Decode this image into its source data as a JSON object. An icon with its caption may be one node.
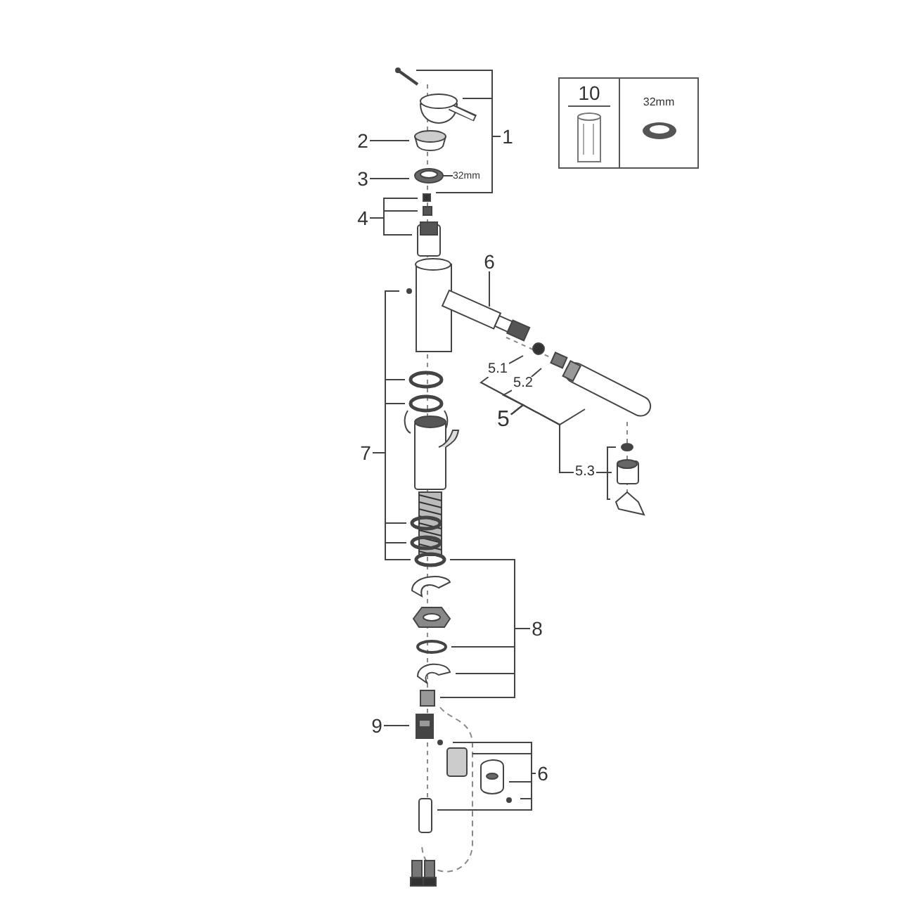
{
  "diagram": {
    "nodes": [
      {
        "text": [
          "1"
        ]
      },
      {
        "text": [
          "2"
        ]
      },
      {
        "text": [
          "3"
        ]
      },
      {
        "text": [
          "4"
        ]
      },
      {
        "text": [
          "6"
        ]
      },
      {
        "text": [
          "5.1"
        ]
      },
      {
        "text": [
          "5.2"
        ]
      },
      {
        "text": [
          "5"
        ]
      },
      {
        "text": [
          "5.3"
        ]
      },
      {
        "text": [
          "7"
        ]
      },
      {
        "text": [
          "8"
        ]
      },
      {
        "text": [
          "9"
        ]
      },
      {
        "text": [
          "6"
        ]
      },
      {
        "text": [],
        "shape": "box"
      },
      {
        "text": [
          "10"
        ],
        "in": 13
      },
      {
        "text": [
          "32mm"
        ],
        "in": 13
      }
    ],
    "edges": [
      {
        "from": 0,
        "to": null,
        "arrow": "none"
      },
      {
        "from": 0,
        "to": null,
        "arrow": "none"
      },
      {
        "from": 0,
        "to": null,
        "arrow": "none"
      },
      {
        "from": 1,
        "to": null,
        "arrow": "none"
      },
      {
        "from": 2,
        "to": null,
        "arrow": "none"
      },
      {
        "from": 3,
        "to": null,
        "arrow": "none"
      },
      {
        "from": 3,
        "to": null,
        "arrow": "none"
      },
      {
        "from": 3,
        "to": null,
        "arrow": "none"
      },
      {
        "from": 4,
        "to": null,
        "arrow": "none"
      },
      {
        "from": 5,
        "to": null,
        "arrow": "none"
      },
      {
        "from": 6,
        "to": null,
        "arrow": "none"
      },
      {
        "from": 7,
        "to": 5,
        "arrow": "none"
      },
      {
        "from": 7,
        "to": 6,
        "arrow": "none"
      },
      {
        "from": 7,
        "to": null,
        "arrow": "none"
      },
      {
        "from": 7,
        "to": 8,
        "arrow": "none"
      },
      {
        "from": 8,
        "to": null,
        "arrow": "none"
      },
      {
        "from": 8,
        "to": null,
        "arrow": "none"
      },
      {
        "from": 8,
        "to": null,
        "arrow": "none"
      },
      {
        "from": 9,
        "to": null,
        "arrow": "none"
      },
      {
        "from": 9,
        "to": null,
        "arrow": "none"
      },
      {
        "from": 9,
        "to": null,
        "arrow": "none"
      },
      {
        "from": 9,
        "to": null,
        "arrow": "none"
      },
      {
        "from": 9,
        "to": null,
        "arrow": "none"
      },
      {
        "from": 9,
        "to": null,
        "arrow": "none"
      },
      {
        "from": 10,
        "to": null,
        "arrow": "none"
      },
      {
        "from": 10,
        "to": null,
        "arrow": "none"
      },
      {
        "from": 10,
        "to": null,
        "arrow": "none"
      },
      {
        "from": 10,
        "to": null,
        "arrow": "none"
      },
      {
        "from": 11,
        "to": null,
        "arrow": "none"
      },
      {
        "from": 12,
        "to": null,
        "arrow": "none"
      },
      {
        "from": 12,
        "to": null,
        "arrow": "none"
      },
      {
        "from": 12,
        "to": null,
        "arrow": "none"
      },
      {
        "from": 12,
        "to": null,
        "arrow": "none"
      },
      {
        "from": 12,
        "to": null,
        "arrow": "none"
      }
    ],
    "labels": [
      "32mm"
    ]
  }
}
